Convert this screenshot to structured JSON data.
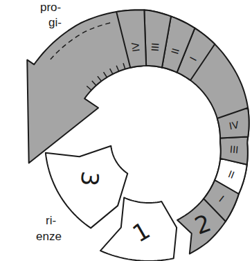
{
  "diagram": {
    "nodes": [
      {
        "text": [
          "1"
        ]
      },
      {
        "text": [
          "2"
        ]
      },
      {
        "text": [
          "I"
        ],
        "in": 1
      },
      {
        "text": [
          "II"
        ],
        "in": 1
      },
      {
        "text": [
          "III"
        ],
        "in": 1
      },
      {
        "text": [
          "IV"
        ],
        "in": 1
      },
      {
        "text": [
          "I"
        ],
        "in": 1
      },
      {
        "text": [
          "II"
        ],
        "in": 1
      },
      {
        "text": [
          "III"
        ],
        "in": 1
      },
      {
        "text": [
          "IV"
        ],
        "in": 1
      },
      {
        "text": [
          "3"
        ]
      }
    ],
    "labels": [
      "pro-",
      "gi-",
      "ri-",
      "enze"
    ]
  }
}
